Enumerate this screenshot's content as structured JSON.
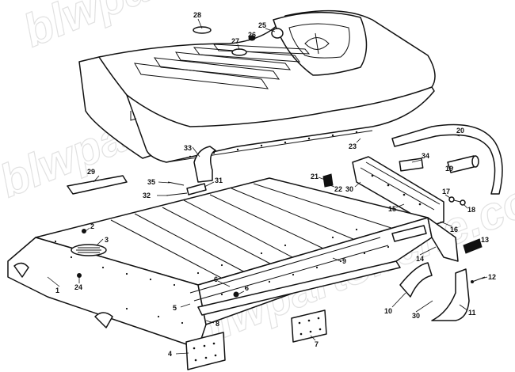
{
  "watermark": {
    "text": "blwpartsfiche.com",
    "color": "#c9c9c9"
  },
  "labels": [
    {
      "id": "1",
      "text": "1"
    },
    {
      "id": "2",
      "text": "2"
    },
    {
      "id": "3",
      "text": "3"
    },
    {
      "id": "4",
      "text": "4"
    },
    {
      "id": "5",
      "text": "5"
    },
    {
      "id": "6",
      "text": "6"
    },
    {
      "id": "6b",
      "text": "6"
    },
    {
      "id": "7",
      "text": "7"
    },
    {
      "id": "8",
      "text": "8"
    },
    {
      "id": "9",
      "text": "9"
    },
    {
      "id": "10",
      "text": "10"
    },
    {
      "id": "11",
      "text": "11"
    },
    {
      "id": "12",
      "text": "12"
    },
    {
      "id": "13",
      "text": "13"
    },
    {
      "id": "14",
      "text": "14"
    },
    {
      "id": "15",
      "text": "15"
    },
    {
      "id": "16",
      "text": "16"
    },
    {
      "id": "17",
      "text": "17"
    },
    {
      "id": "18",
      "text": "18"
    },
    {
      "id": "19",
      "text": "19"
    },
    {
      "id": "20",
      "text": "20"
    },
    {
      "id": "21",
      "text": "21"
    },
    {
      "id": "22",
      "text": "22"
    },
    {
      "id": "23",
      "text": "23"
    },
    {
      "id": "24",
      "text": "24"
    },
    {
      "id": "25",
      "text": "25"
    },
    {
      "id": "26",
      "text": "26"
    },
    {
      "id": "27",
      "text": "27"
    },
    {
      "id": "28",
      "text": "28"
    },
    {
      "id": "29",
      "text": "29"
    },
    {
      "id": "30",
      "text": "30"
    },
    {
      "id": "30b",
      "text": "30"
    },
    {
      "id": "31",
      "text": "31"
    },
    {
      "id": "32",
      "text": "32"
    },
    {
      "id": "33",
      "text": "33"
    },
    {
      "id": "34",
      "text": "34"
    },
    {
      "id": "35",
      "text": "35"
    }
  ]
}
